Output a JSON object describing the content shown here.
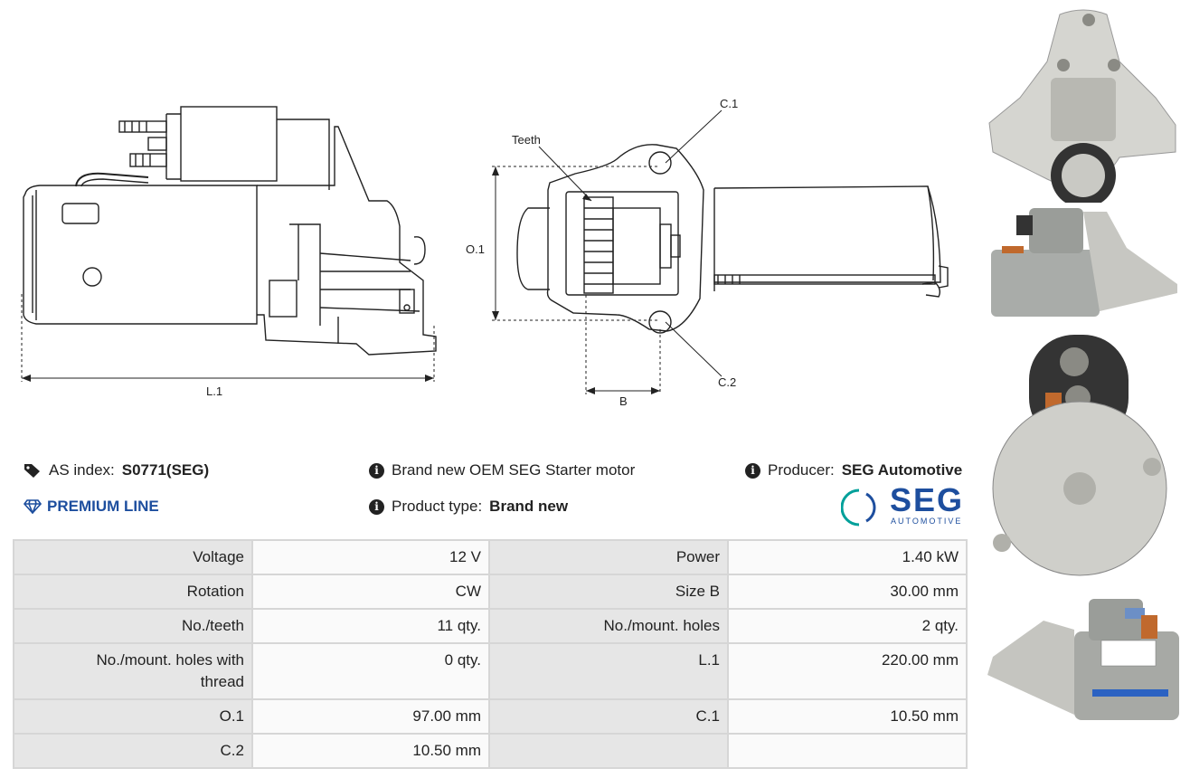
{
  "drawing": {
    "l1_label": "L.1",
    "o1_label": "O.1",
    "c1_label": "C.1",
    "c2_label": "C.2",
    "b_label": "B",
    "teeth_label": "Teeth"
  },
  "info": {
    "as_index_label": "AS index:",
    "as_index_value": "S0771(SEG)",
    "premium_label": "PREMIUM LINE",
    "description": "Brand new OEM SEG Starter motor",
    "product_type_label": "Product type:",
    "product_type_value": "Brand new",
    "producer_label": "Producer:",
    "producer_value": "SEG Automotive",
    "logo_main": "SEG",
    "logo_sub": "AUTOMOTIVE",
    "brand_color": "#1d4e9e",
    "logo_teal": "#00a09a"
  },
  "specs": [
    [
      "Voltage",
      "12 V",
      "Power",
      "1.40 kW"
    ],
    [
      "Rotation",
      "CW",
      "Size B",
      "30.00 mm"
    ],
    [
      "No./teeth",
      "11 qty.",
      "No./mount. holes",
      "2 qty."
    ],
    [
      "No./mount. holes with thread",
      "0 qty.",
      "L.1",
      "220.00 mm"
    ],
    [
      "O.1",
      "97.00 mm",
      "C.1",
      "10.50 mm"
    ],
    [
      "C.2",
      "10.50 mm",
      "",
      ""
    ]
  ]
}
